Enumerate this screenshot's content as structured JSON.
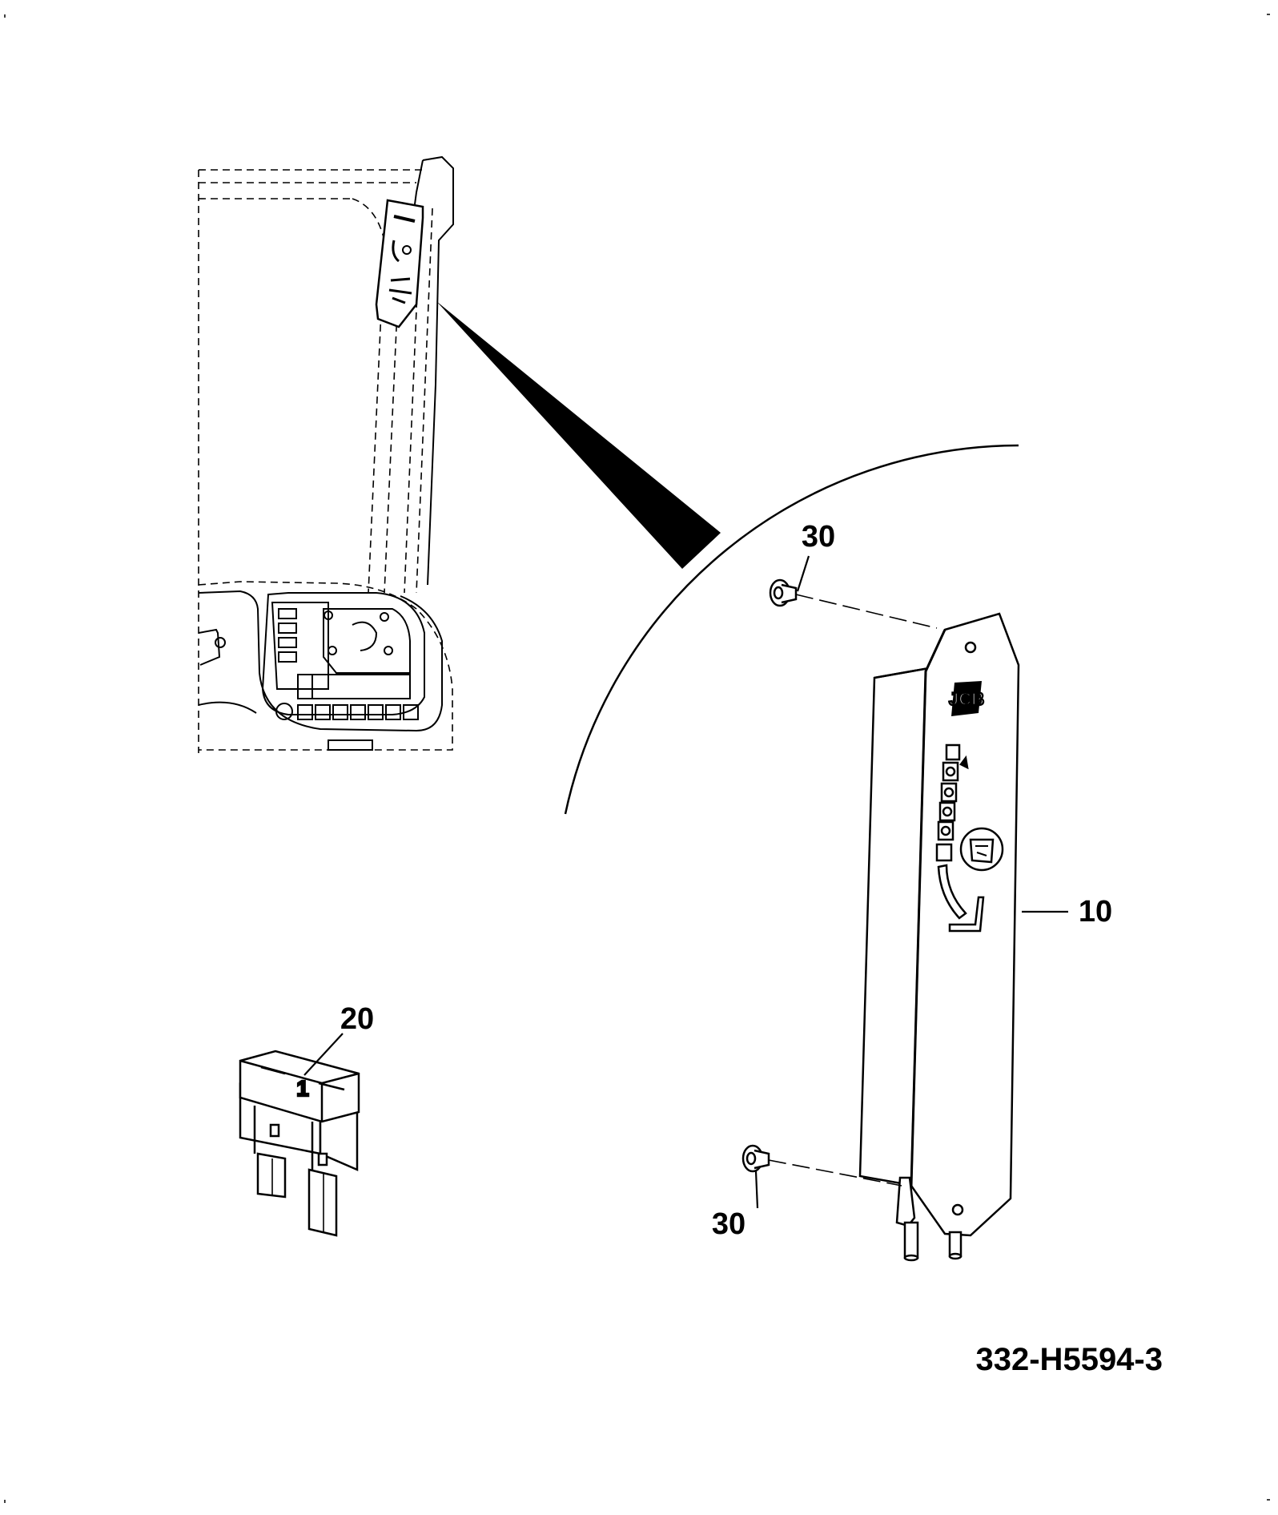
{
  "callouts": {
    "panel": "10",
    "fuse": "20",
    "screw_top": "30",
    "screw_bottom": "30"
  },
  "fuse_marking": "1",
  "logo_text": "JCB",
  "drawing_number": "332-H5594-3"
}
